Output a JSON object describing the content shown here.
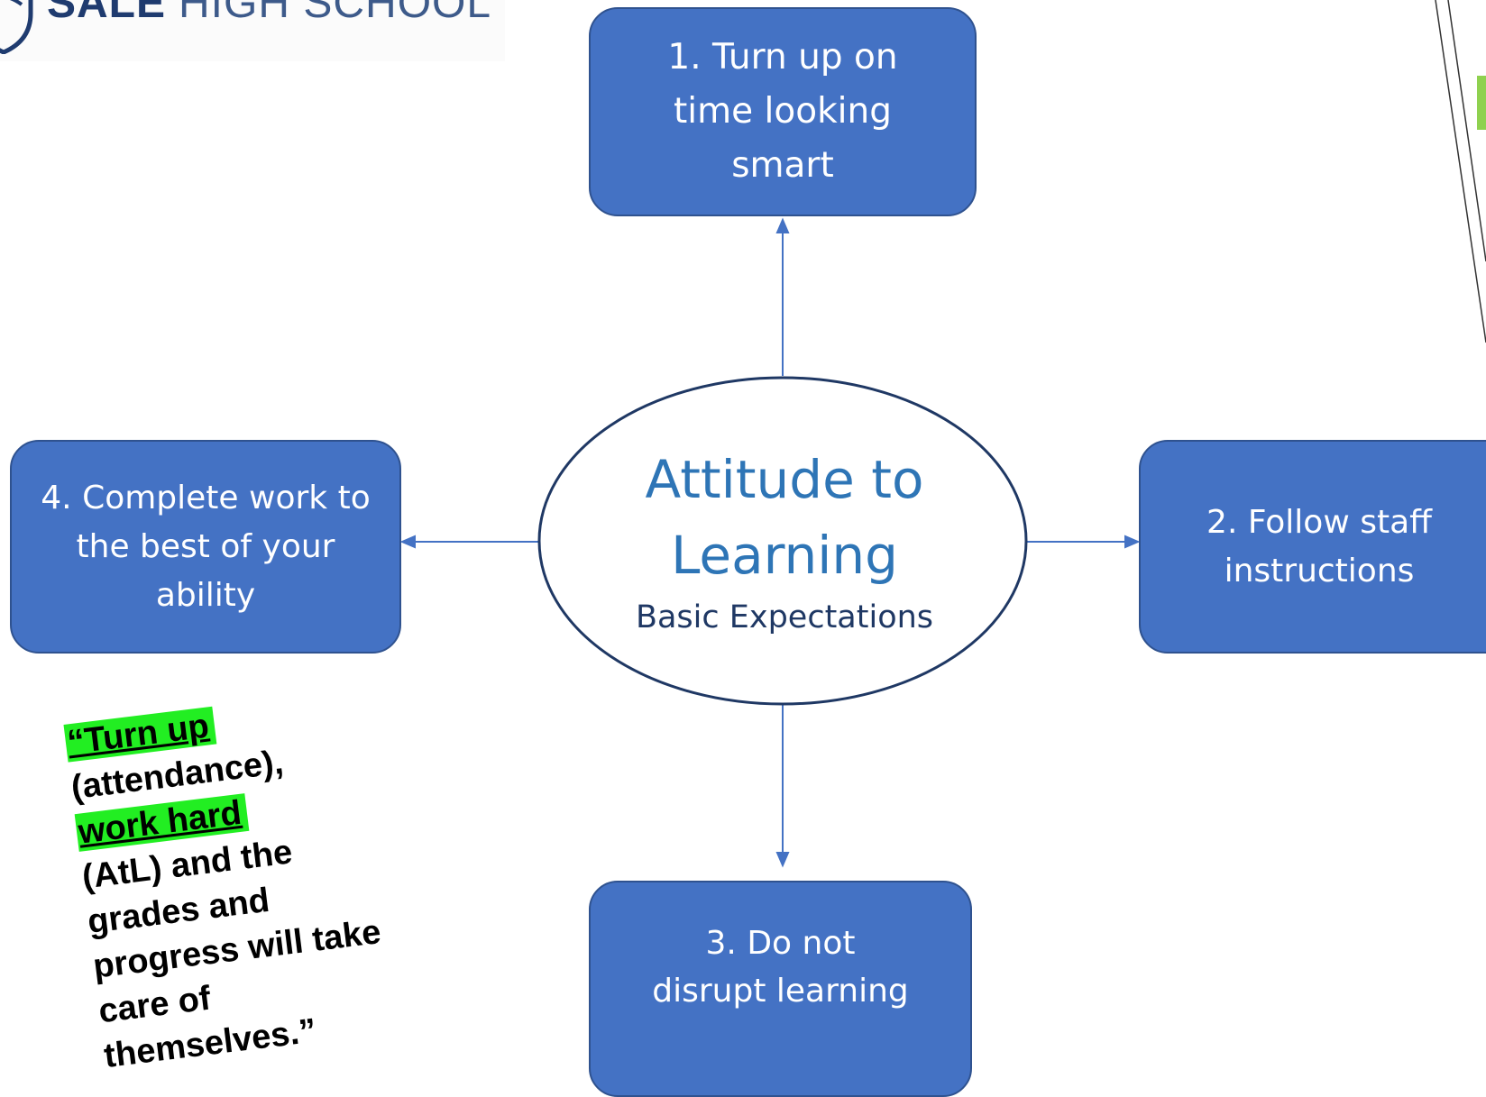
{
  "logo": {
    "name_bold": "SALE",
    "name_light": "HIGH SCHOOL",
    "crest_icon": "school-crest-icon"
  },
  "center": {
    "title": "Attitude to Learning",
    "subtitle": "Basic Expectations"
  },
  "boxes": {
    "top": "1. Turn up on time looking smart",
    "right": "2. Follow staff instructions",
    "bottom": "3. Do not disrupt learning",
    "left": "4. Complete work to the best of your ability"
  },
  "quote": {
    "highlight_1": "“Turn up",
    "line_1": "(attendance),",
    "highlight_2": "work hard",
    "rest": "(AtL) and the grades and progress will take care of themselves.”"
  },
  "colors": {
    "box_fill": "#4472c4",
    "box_border": "#2f528f",
    "title_blue": "#2e75b6",
    "subtitle_navy": "#1f3864",
    "highlight_green": "#22ee22"
  }
}
